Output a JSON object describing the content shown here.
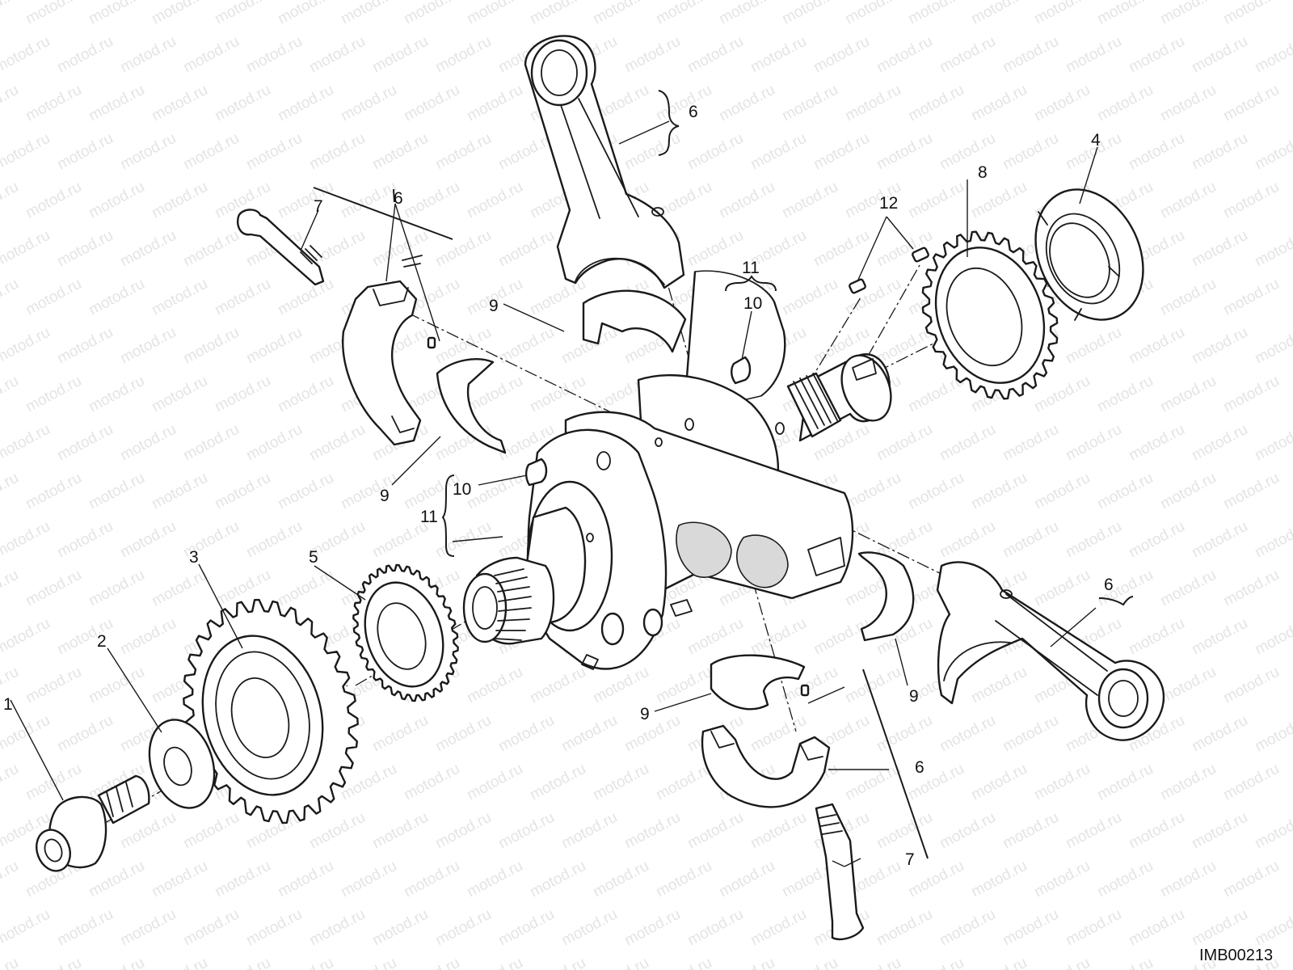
{
  "watermark": {
    "text": "motod.ru"
  },
  "diagram_code": "IMB00213",
  "labels": {
    "l1": "1",
    "l2": "2",
    "l3": "3",
    "l4": "4",
    "l5": "5",
    "l6": "6",
    "l7": "7",
    "l8": "8",
    "l9": "9",
    "l10": "10",
    "l11": "11",
    "l12": "12"
  }
}
